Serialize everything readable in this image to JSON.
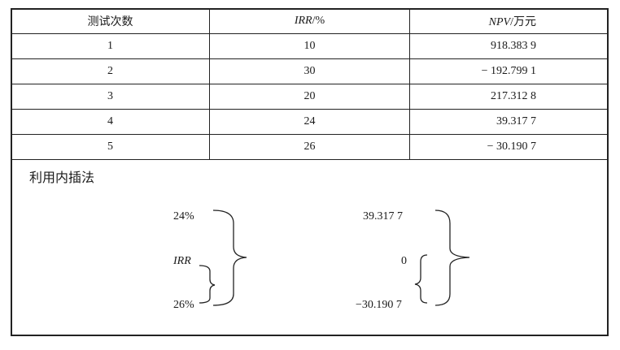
{
  "table": {
    "headers": {
      "trial": "测试次数",
      "irr_var": "IRR",
      "irr_unit": "/%",
      "npv_var": "NPV",
      "npv_unit": "/万元"
    },
    "rows": [
      {
        "trial": "1",
        "irr": "10",
        "npv": "918.383 9"
      },
      {
        "trial": "2",
        "irr": "30",
        "npv": "− 192.799 1"
      },
      {
        "trial": "3",
        "irr": "20",
        "npv": "217.312 8"
      },
      {
        "trial": "4",
        "irr": "24",
        "npv": "39.317 7"
      },
      {
        "trial": "5",
        "irr": "26",
        "npv": "− 30.190 7"
      }
    ]
  },
  "interpolation": {
    "caption": "利用内插法",
    "irr_side": {
      "top": "24%",
      "middle": "IRR",
      "bottom": "26%"
    },
    "npv_side": {
      "top": "39.317 7",
      "middle": "0",
      "bottom": "−30.190 7"
    }
  }
}
